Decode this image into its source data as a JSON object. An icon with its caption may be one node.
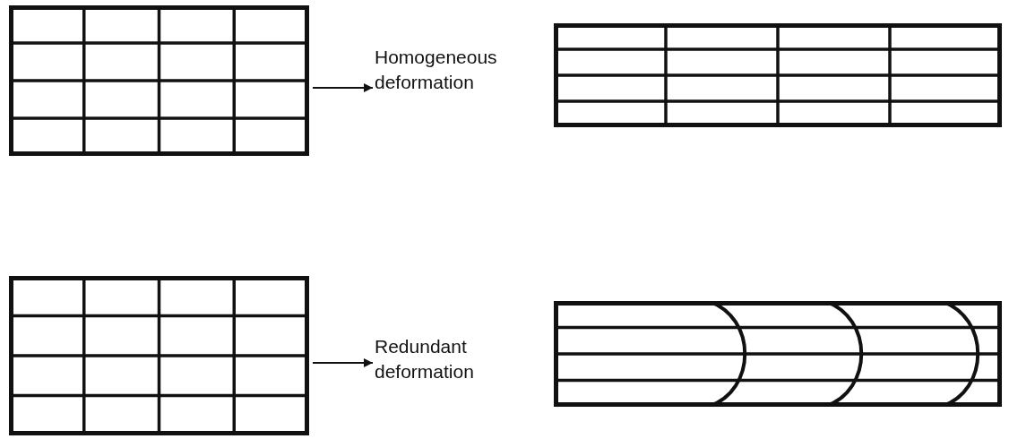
{
  "diagram": {
    "nodes": [
      {
        "text": [],
        "shape": "box"
      },
      {
        "text": [
          "Homogeneous deformation"
        ]
      },
      {
        "text": [],
        "shape": "box"
      },
      {
        "text": [],
        "shape": "box"
      },
      {
        "text": [
          "Redundant deformation"
        ]
      },
      {
        "text": [],
        "shape": "box"
      }
    ],
    "edges": [
      {
        "from": 0,
        "to": 1,
        "arrow": "to"
      },
      {
        "from": 3,
        "to": 4,
        "arrow": "to"
      }
    ]
  }
}
